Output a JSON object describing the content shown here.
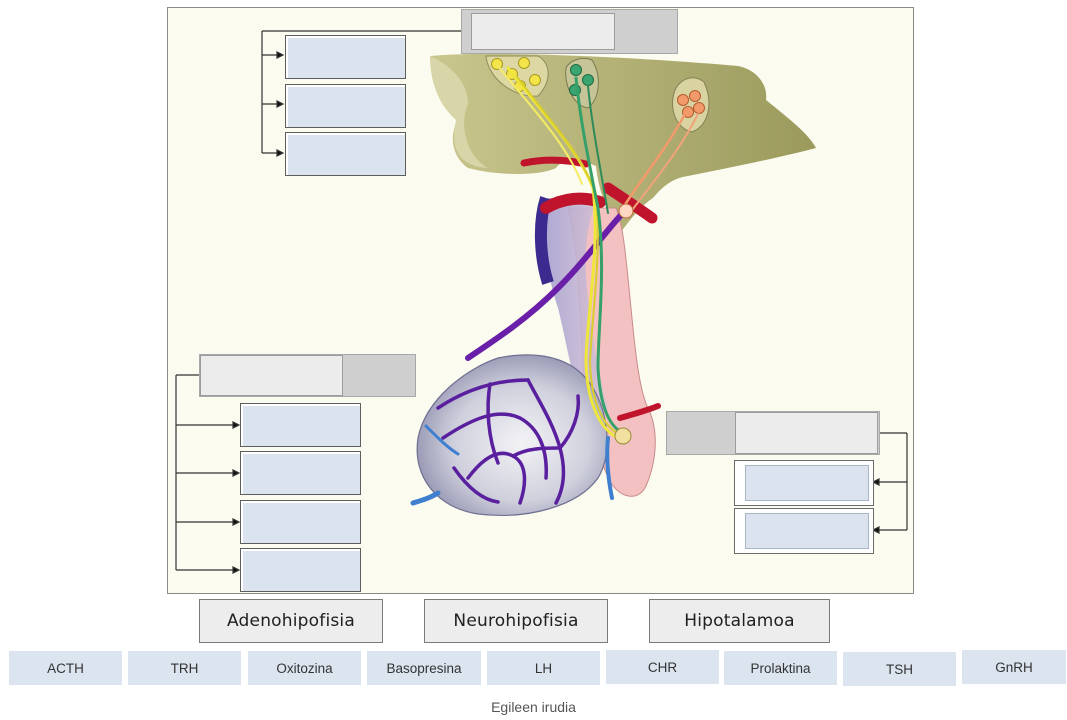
{
  "category_buttons": [
    {
      "label": "Adenohipofisia"
    },
    {
      "label": "Neurohipofisia"
    },
    {
      "label": "Hipotalamoa"
    }
  ],
  "hormone_chips": [
    {
      "label": "ACTH"
    },
    {
      "label": "TRH"
    },
    {
      "label": "Oxitozina"
    },
    {
      "label": "Basopresina"
    },
    {
      "label": "LH"
    },
    {
      "label": "CHR"
    },
    {
      "label": "Prolaktina"
    },
    {
      "label": "TSH"
    },
    {
      "label": "GnRH"
    }
  ],
  "credit": "Egileen irudia",
  "colors": {
    "drop_fill": "#dbe3ef",
    "chip_fill": "#dce4ef",
    "header_slot": "#cfcfcf",
    "button_fill": "#ededed",
    "artery_red": "#c0142c",
    "portal_purple": "#6a1fa8",
    "vein_blue": "#3f7fd0",
    "hypothalamus_olive": "#c3c084"
  }
}
